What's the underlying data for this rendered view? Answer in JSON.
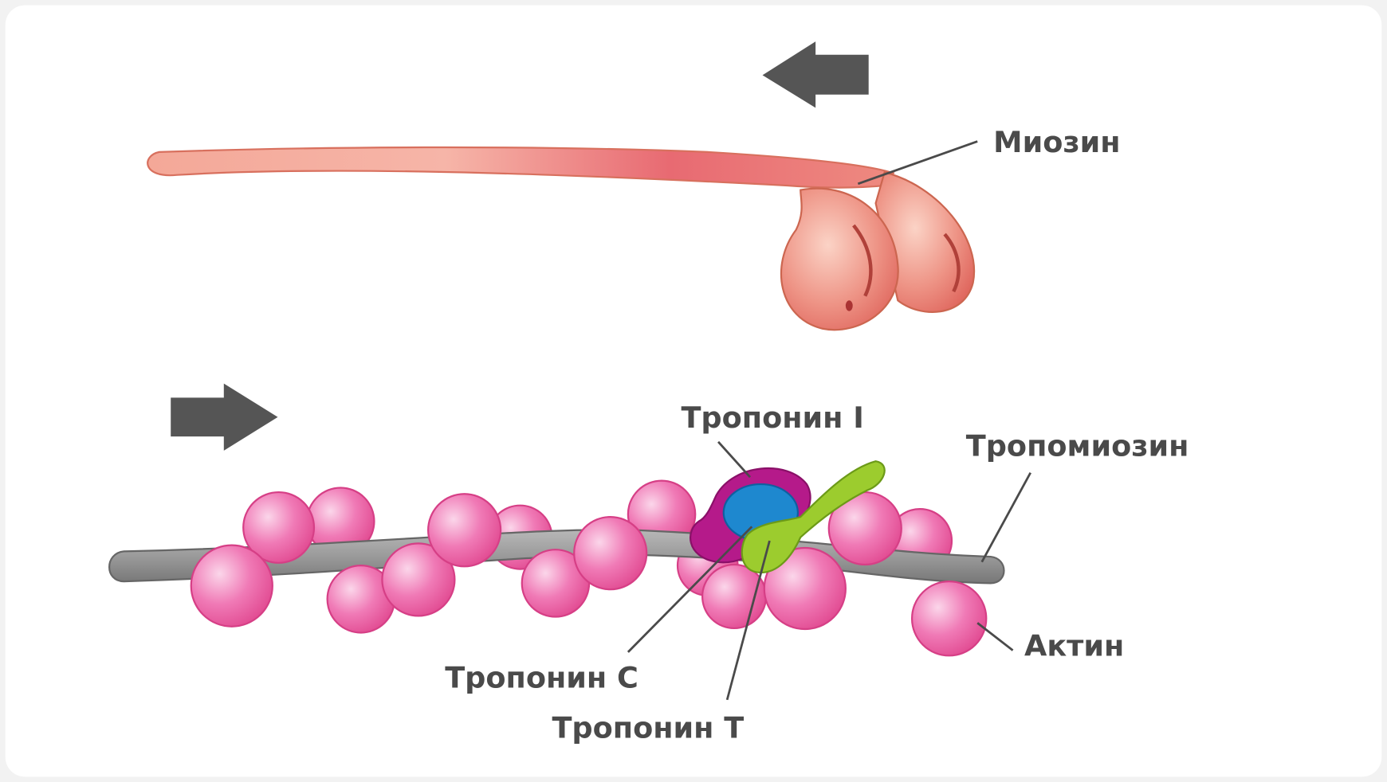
{
  "labels": {
    "myosin": "Миозин",
    "troponin_i": "Тропонин I",
    "tropomyosin": "Тропомиозин",
    "actin": "Актин",
    "troponin_c": "Тропонин C",
    "troponin_t": "Тропонин T"
  },
  "arrows": {
    "myosin_direction": "left",
    "actin_direction": "right"
  },
  "colors": {
    "myosin": "#ec8f85",
    "actin": "#e8559a",
    "tropomyosin": "#9b9b9b",
    "troponin_i": "#b51a8a",
    "troponin_c": "#1e88cf",
    "troponin_t": "#9ccc2e",
    "arrow": "#555555"
  }
}
